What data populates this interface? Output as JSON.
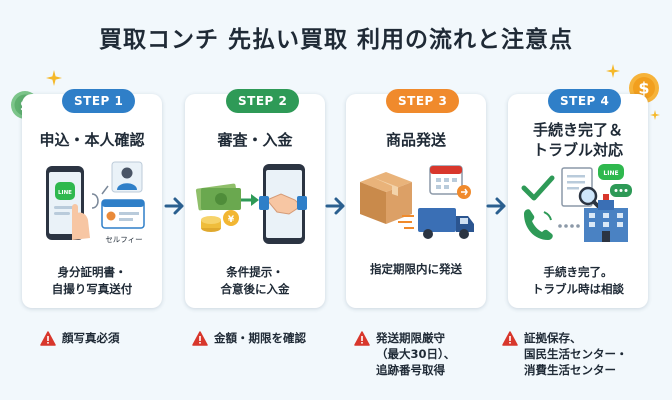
{
  "title": "買取コンチ 先払い買取 利用の流れと注意点",
  "colors": {
    "blue": "#2f7fc8",
    "orange": "#f08a2c",
    "green": "#2e9a57",
    "red": "#d8372c",
    "text": "#1f2a36"
  },
  "steps": [
    {
      "label": "STEP 1",
      "title": "申込・本人確認",
      "desc": "身分証明書・\n自撮り写真送付",
      "line_badge": "LINE",
      "selfie_label": "セルフィー",
      "note": "顔写真必須",
      "color": "#2f7fc8"
    },
    {
      "label": "STEP 2",
      "title": "審査・入金",
      "desc": "条件提示・\n合意後に入金",
      "note": "金額・期限を確認",
      "color": "#2e9a57"
    },
    {
      "label": "STEP 3",
      "title": "商品発送",
      "desc": "指定期限内に発送",
      "note": "発送期限厳守\n（最大30日）、\n追跡番号取得",
      "color": "#f08a2c"
    },
    {
      "label": "STEP 4",
      "title": "手続き完了＆\nトラブル対応",
      "desc": "手続き完了。\nトラブル時は相談",
      "line_badge": "LINE",
      "note": "証拠保存、\n国民生活センター・\n消費生活センター",
      "color": "#2f7fc8"
    }
  ],
  "icons": [
    "coin-icon",
    "sparkle-icon",
    "phone-icon",
    "id-card-icon",
    "money-icon",
    "handshake-icon",
    "box-icon",
    "calendar-icon",
    "truck-icon",
    "checkmark-icon",
    "document-search-icon",
    "chat-icon",
    "call-icon",
    "building-icon",
    "warning-icon",
    "arrow-right-icon"
  ]
}
